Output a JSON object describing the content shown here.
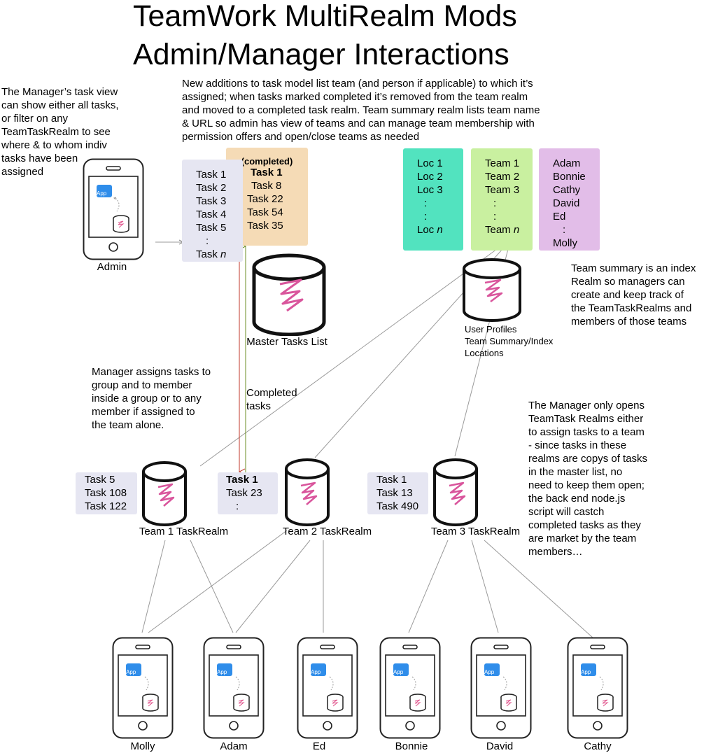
{
  "title": {
    "line1": "TeamWork MultiRealm Mods",
    "line2": "Admin/Manager Interactions"
  },
  "notes": {
    "intro": [
      "New additions to task model list team (and person if applicable) to which it’s",
      "assigned; when tasks marked completed it’s removed from the team realm",
      "and moved to a completed task realm.  Team summary realm lists team name",
      "& URL so admin has view of teams and can manage team membership with",
      "permission offers and open/close teams as needed"
    ],
    "manager_view": [
      "The Manager’s task view",
      "can show either all tasks,",
      "or filter on any",
      "TeamTaskRealm to see",
      "where & to whom indiv",
      "tasks have been",
      "assigned"
    ],
    "team_summary": [
      "Team summary is an index",
      "Realm so managers can",
      "create and keep track of",
      "the TeamTaskRealms and",
      "members of those teams"
    ],
    "assigns": [
      "Manager assigns tasks to",
      "group and to member",
      "inside a group or to any",
      "member if assigned to",
      "the team alone."
    ],
    "completed": [
      "Completed",
      "tasks"
    ],
    "opens": [
      "The Manager only opens",
      "TeamTask Realms either",
      "to assign tasks to a team",
      "- since tasks in these",
      "realms are copys of tasks",
      "in the master list, no",
      "need to keep them open;",
      "the back end node.js",
      "script will castch",
      "completed tasks as they",
      "are market by the team",
      "members…"
    ]
  },
  "master_tasks": [
    "Task 1",
    "Task 2",
    "Task 3",
    "Task 4",
    "Task 5",
    ":",
    "Task n"
  ],
  "completed_realm": {
    "header": "(completed)",
    "tasks": [
      "Task 1",
      "Task 8",
      "Task 22",
      "Task 54",
      "Task 35"
    ]
  },
  "locations": [
    "Loc 1",
    "Loc 2",
    "Loc 3",
    ":",
    ":",
    "Loc n"
  ],
  "teams": [
    "Team 1",
    "Team 2",
    "Team 3",
    ":",
    ":",
    "Team n"
  ],
  "people": [
    "Adam",
    "Bonnie",
    "Cathy",
    "David",
    "Ed",
    ":",
    "Molly"
  ],
  "realms": {
    "master": "Master Tasks List",
    "index_lines": [
      "User Profiles",
      "Team Summary/Index",
      "Locations"
    ],
    "team1": {
      "label": "Team 1 TaskRealm",
      "tasks": [
        "Task 5",
        "Task 108",
        "Task 122"
      ]
    },
    "team2": {
      "label": "Team 2 TaskRealm",
      "tasks": [
        "Task 1",
        "Task 23",
        ":"
      ]
    },
    "team3": {
      "label": "Team 3 TaskRealm",
      "tasks": [
        "Task 1",
        "Task 13",
        "Task 490"
      ]
    }
  },
  "admin_label": "Admin",
  "app_icon_label": "App",
  "member_phones": [
    "Molly",
    "Adam",
    "Ed",
    "Bonnie",
    "David",
    "Cathy"
  ],
  "colors": {
    "location_box": "#52e3bf",
    "team_box": "#c9f0a0",
    "people_box": "#e2bde8",
    "completed_box": "#f5dbb6",
    "task_box": "#e6e6f2",
    "assign_arrow": "#c0392b",
    "completed_arrow": "#6b8e23"
  }
}
